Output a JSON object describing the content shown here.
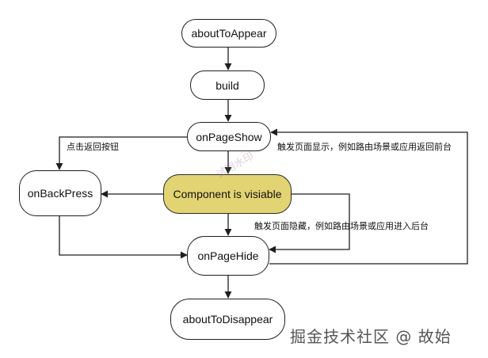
{
  "nodes": {
    "about_to_appear": "aboutToAppear",
    "build": "build",
    "on_page_show": "onPageShow",
    "on_back_press": "onBackPress",
    "component_visible": "Component is visiable",
    "on_page_hide": "onPageHide",
    "about_to_disappear": "aboutToDisappear"
  },
  "edge_labels": {
    "click_back": "点击返回按钮",
    "trigger_show": "触发页面显示，例如路由场景或应用返回前台",
    "trigger_hide": "触发页面隐藏，例如路由场景或应用进入后台"
  },
  "watermark": "掘金技术社区 @ 故始",
  "faint_watermark": "试用水印",
  "colors": {
    "highlight_fill": "#e2d373",
    "stroke": "#1f1f1f"
  }
}
